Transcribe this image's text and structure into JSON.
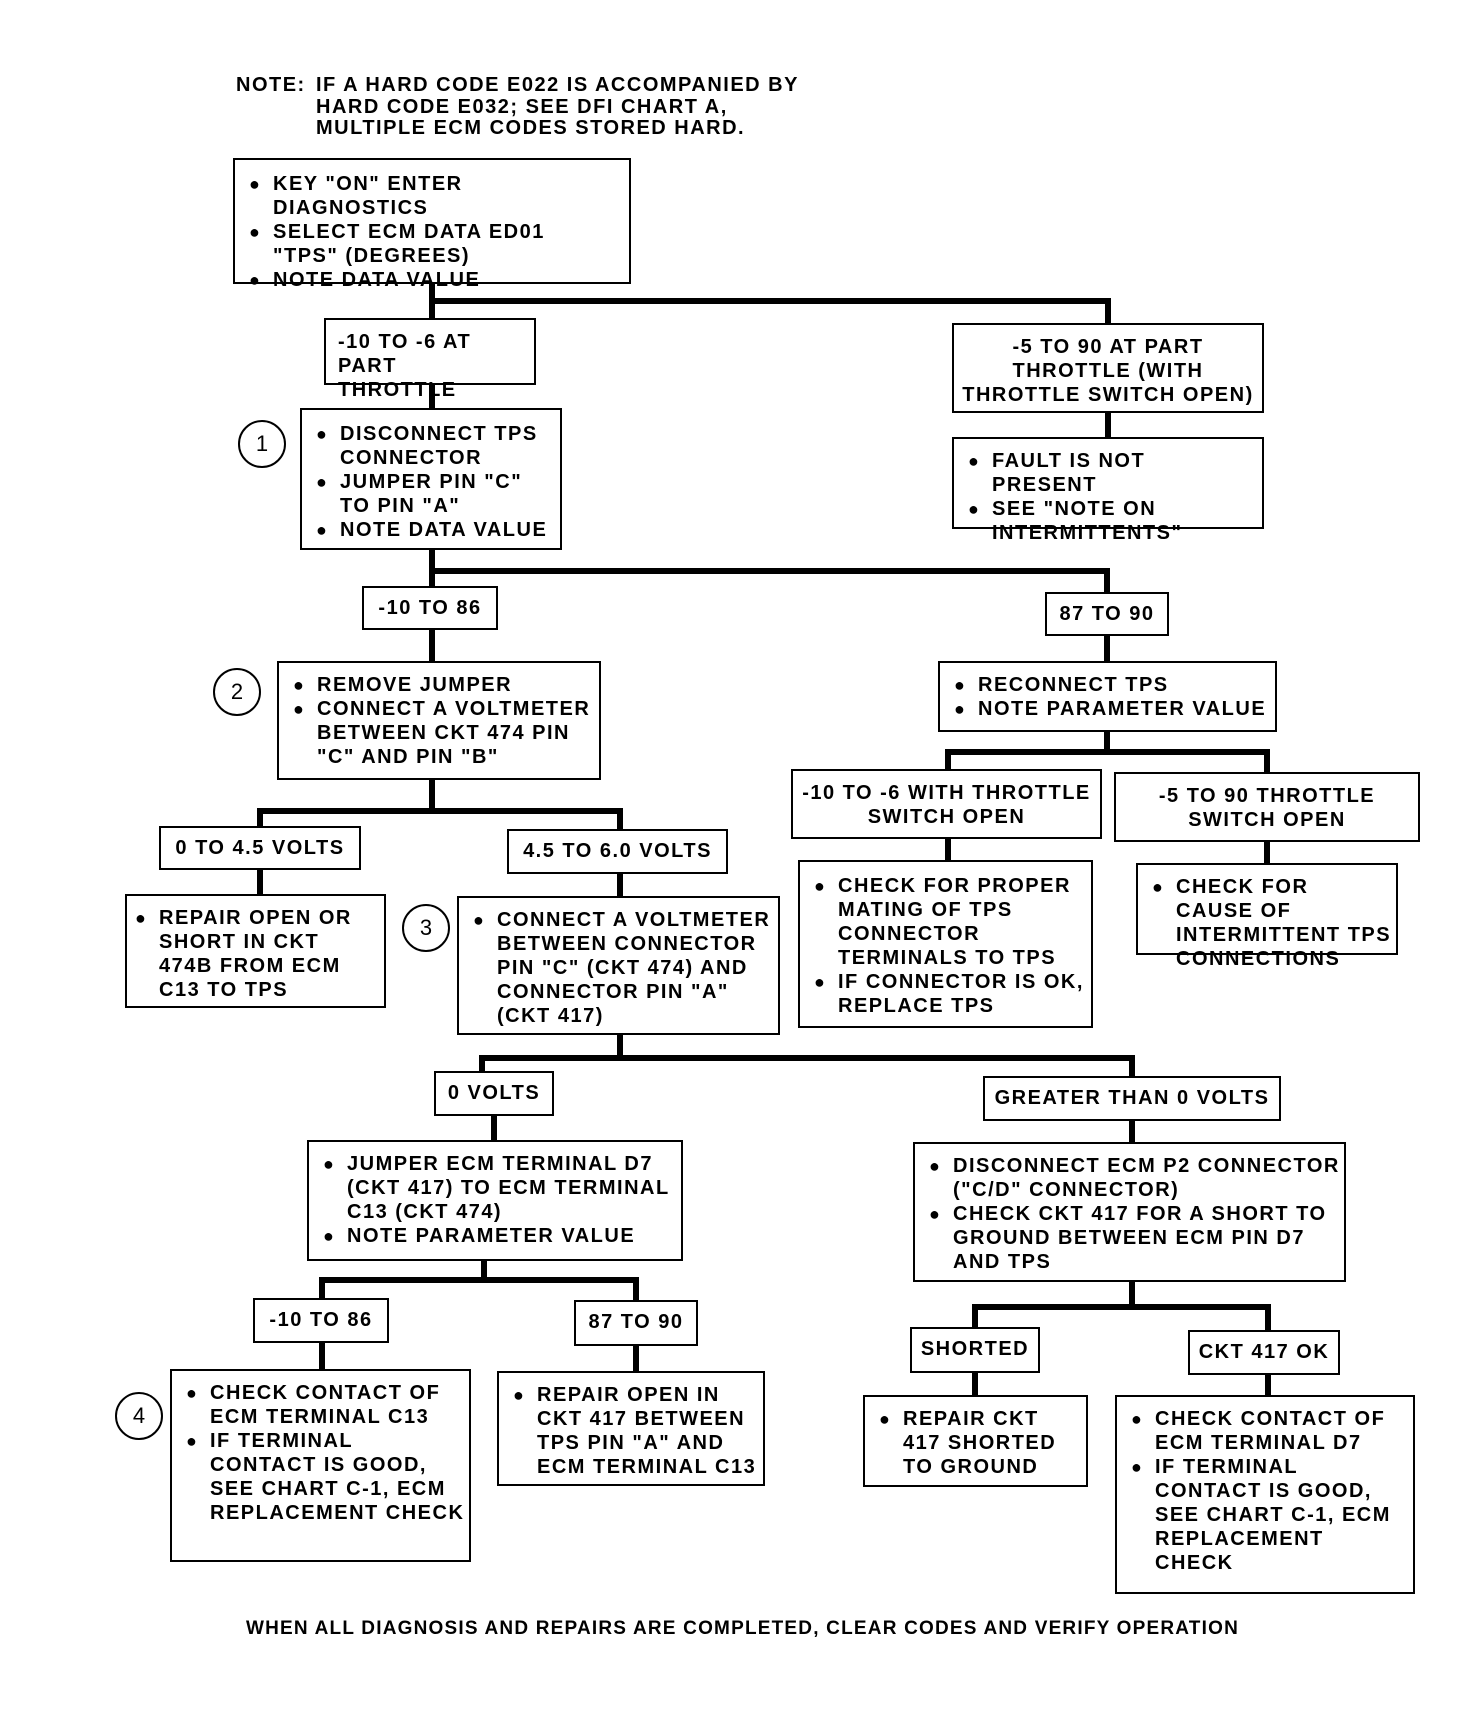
{
  "note": {
    "label": "NOTE:",
    "lines": [
      "IF A HARD CODE E022 IS ACCOMPANIED BY",
      "HARD CODE E032; SEE DFI CHART A,",
      "MULTIPLE ECM CODES STORED HARD."
    ]
  },
  "step_markers": [
    "1",
    "2",
    "3",
    "4"
  ],
  "nodes": {
    "start": [
      "KEY \"ON\" ENTER DIAGNOSTICS",
      "SELECT ECM DATA ED01 \"TPS\" (DEGREES)",
      "NOTE DATA VALUE"
    ],
    "cond_part_throttle": "-10 TO -6 AT PART THROTTLE",
    "cond_throttle_open": "-5 TO 90 AT PART THROTTLE (WITH THROTTLE SWITCH OPEN)",
    "fault_not_present": [
      "FAULT IS NOT PRESENT",
      "SEE \"NOTE ON INTERMITTENTS\""
    ],
    "step1": [
      "DISCONNECT TPS CONNECTOR",
      "JUMPER PIN \"C\" TO PIN \"A\"",
      "NOTE DATA VALUE"
    ],
    "cond_minus10_86_a": "-10 TO 86",
    "cond_87_90_a": "87 TO 90",
    "step2": [
      "REMOVE JUMPER",
      "CONNECT A VOLTMETER BETWEEN CKT 474 PIN \"C\" AND PIN \"B\""
    ],
    "reconnect": [
      "RECONNECT TPS",
      "NOTE PARAMETER VALUE"
    ],
    "cond_minus10_minus6_open": "-10 TO -6 WITH THROTTLE SWITCH OPEN",
    "cond_minus5_90_open": "-5 TO 90 THROTTLE SWITCH OPEN",
    "check_mating": [
      "CHECK FOR PROPER MATING OF TPS CONNECTOR TERMINALS TO TPS",
      "IF CONNECTOR IS OK, REPLACE TPS"
    ],
    "check_intermittent": [
      "CHECK FOR CAUSE OF INTERMITTENT TPS CONNECTIONS"
    ],
    "cond_0_4_5": "0 TO 4.5 VOLTS",
    "cond_4_5_6": "4.5 TO 6.0 VOLTS",
    "repair_474b": [
      "REPAIR OPEN OR SHORT IN CKT 474B FROM ECM C13 TO TPS"
    ],
    "step3": [
      "CONNECT A VOLTMETER BETWEEN CONNECTOR PIN \"C\" (CKT 474) AND CONNECTOR PIN \"A\" (CKT 417)"
    ],
    "cond_0_volts": "0 VOLTS",
    "cond_gt_0_volts": "GREATER THAN 0 VOLTS",
    "jumper_ecm": [
      "JUMPER ECM TERMINAL D7 (CKT 417) TO ECM TERMINAL C13 (CKT 474)",
      "NOTE PARAMETER VALUE"
    ],
    "disconnect_p2": [
      "DISCONNECT ECM P2 CONNECTOR (\"C/D\" CONNECTOR)",
      "CHECK CKT 417 FOR A SHORT TO GROUND BETWEEN ECM PIN D7 AND TPS"
    ],
    "cond_minus10_86_b": "-10 TO 86",
    "cond_87_90_b": "87 TO 90",
    "cond_shorted": "SHORTED",
    "cond_ckt417_ok": "CKT 417 OK",
    "step4": [
      "CHECK CONTACT OF ECM TERMINAL C13",
      "IF TERMINAL CONTACT IS GOOD, SEE CHART C-1, ECM REPLACEMENT CHECK"
    ],
    "repair_open_417": [
      "REPAIR OPEN IN CKT 417 BETWEEN TPS PIN \"A\" AND ECM TERMINAL C13"
    ],
    "repair_shorted": [
      "REPAIR CKT 417 SHORTED TO GROUND"
    ],
    "check_d7": [
      "CHECK CONTACT OF ECM TERMINAL D7",
      "IF TERMINAL CONTACT IS GOOD, SEE CHART C-1, ECM REPLACEMENT CHECK"
    ]
  },
  "footer": "WHEN ALL DIAGNOSIS AND REPAIRS ARE COMPLETED, CLEAR CODES AND VERIFY OPERATION"
}
